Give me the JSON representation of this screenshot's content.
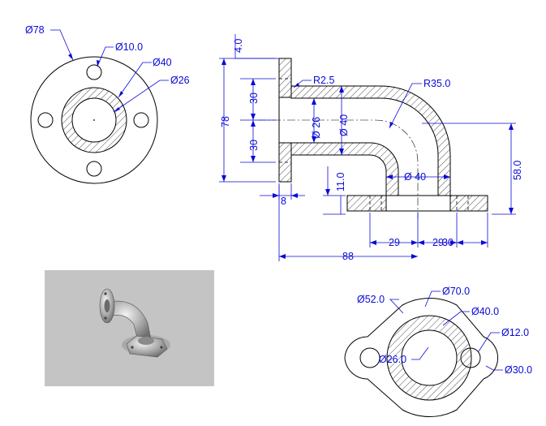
{
  "front_view": {
    "outer_dia": "Ø78",
    "bolt_hole_dia": "Ø10.0",
    "pipe_outer_dia": "Ø40",
    "pipe_inner_dia": "Ø26"
  },
  "section_view": {
    "flange_thickness": "4.0",
    "total_height": "78",
    "upper_spacing": "30",
    "lower_spacing": "30",
    "bend_small_radius": "R2.5",
    "bend_radius": "R35.0",
    "inner_dia": "Ø 26",
    "outer_dia": "Ø 40",
    "base_height": "11.0",
    "base_pipe_dia": "Ø 40",
    "vertical_offset": "58.0",
    "flange_width": "8",
    "horizontal_a": "29",
    "horizontal_b": "29",
    "horizontal_c": "30",
    "total_length": "88"
  },
  "bottom_view": {
    "flange_width": "Ø52.0",
    "bolt_spacing": "Ø70.0",
    "pipe_outer_dia": "Ø40.0",
    "bolt_hole_dia": "Ø12.0",
    "pipe_inner_dia": "Ø26.0",
    "end_radius": "Ø30.0"
  },
  "colors": {
    "dimension": "#0a0ad8",
    "object": "#000000",
    "photo_background": "#c4c4c4"
  }
}
